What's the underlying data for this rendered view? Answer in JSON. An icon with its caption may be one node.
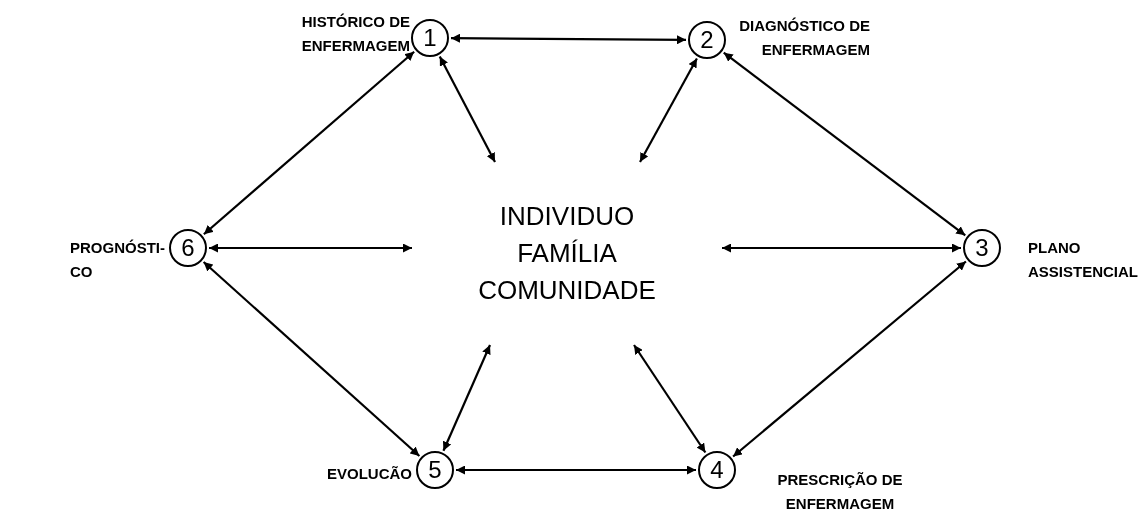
{
  "diagram": {
    "nodes": [
      {
        "text": [
          "1"
        ],
        "beside": [
          "HISTÓRICO DE ENFERMAGEM"
        ]
      },
      {
        "text": [
          "2"
        ],
        "beside": [
          "DIAGNÓSTICO DE ENFERMAGEM"
        ]
      },
      {
        "text": [
          "3"
        ],
        "beside": [
          "PLANO ASSISTENCIAL"
        ]
      },
      {
        "text": [
          "4"
        ],
        "beside": [
          "PRESCRIÇÃO DE ENFERMAGEM"
        ]
      },
      {
        "text": [
          "5"
        ],
        "beside": [
          "EVOLUCÃO"
        ]
      },
      {
        "text": [
          "6"
        ],
        "beside": [
          "PROGNÓSTI- CO"
        ]
      },
      {
        "text": [
          "INDIVIDUO FAMÍLIA COMUNIDADE"
        ]
      }
    ],
    "edges": [
      {
        "from": 0,
        "to": 1,
        "arrow": "both"
      },
      {
        "from": 1,
        "to": 2,
        "arrow": "both"
      },
      {
        "from": 2,
        "to": 3,
        "arrow": "both"
      },
      {
        "from": 3,
        "to": 4,
        "arrow": "both"
      },
      {
        "from": 4,
        "to": 5,
        "arrow": "both"
      },
      {
        "from": 5,
        "to": 0,
        "arrow": "both"
      },
      {
        "from": 0,
        "to": 6,
        "arrow": "both"
      },
      {
        "from": 1,
        "to": 6,
        "arrow": "both"
      },
      {
        "from": 2,
        "to": 6,
        "arrow": "both"
      },
      {
        "from": 3,
        "to": 6,
        "arrow": "both"
      },
      {
        "from": 4,
        "to": 6,
        "arrow": "both"
      },
      {
        "from": 5,
        "to": 6,
        "arrow": "both"
      }
    ]
  }
}
